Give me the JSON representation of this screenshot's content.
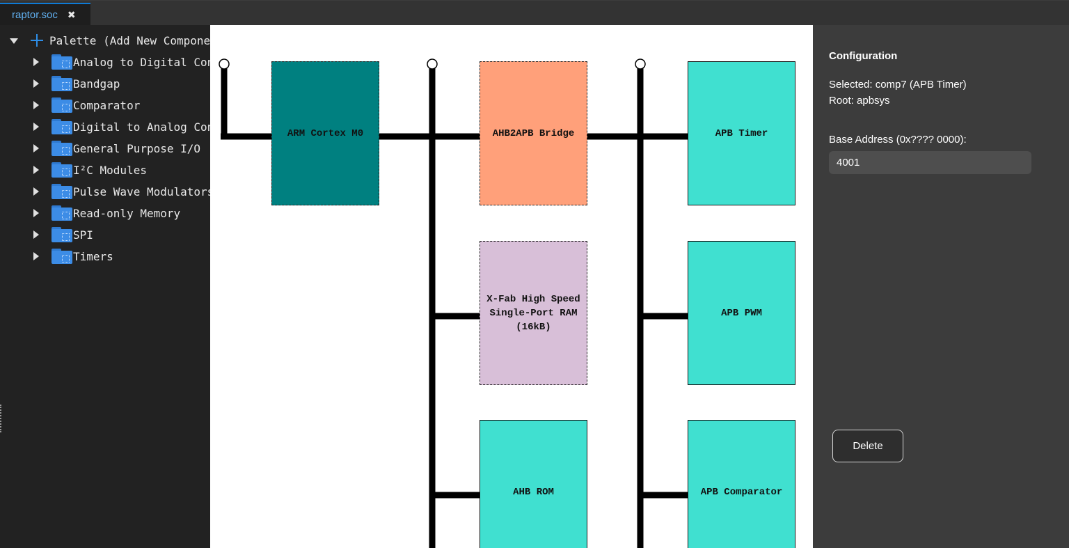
{
  "tab": {
    "label": "raptor.soc",
    "close": "✖"
  },
  "sidebar": {
    "root_label": "Palette (Add New Components)",
    "items": [
      {
        "label": "Analog to Digital Converters"
      },
      {
        "label": "Bandgap"
      },
      {
        "label": "Comparator"
      },
      {
        "label": "Digital to Analog Converters"
      },
      {
        "label": "General Purpose I/O"
      },
      {
        "label": "I²C Modules"
      },
      {
        "label": "Pulse Wave Modulators"
      },
      {
        "label": "Read-only Memory"
      },
      {
        "label": "SPI"
      },
      {
        "label": "Timers"
      }
    ]
  },
  "canvas": {
    "blocks": {
      "arm": "ARM Cortex M0",
      "bridge": "AHB2APB Bridge",
      "timer": "APB Timer",
      "ram_line1": "X-Fab High Speed",
      "ram_line2": "Single-Port RAM",
      "ram_line3": "(16kB)",
      "pwm": "APB PWM",
      "rom": "AHB ROM",
      "comparator": "APB Comparator"
    },
    "colors": {
      "arm": "#008080",
      "bridge": "#ffa07a",
      "ram": "#d8bfd8",
      "peripheral": "#40e0d0",
      "bus": "#000000"
    }
  },
  "config": {
    "title": "Configuration",
    "selected": "Selected: comp7 (APB Timer)",
    "root": "Root: apbsys",
    "base_address_label": "Base Address (0x???? 0000):",
    "base_address_value": "4001",
    "delete_label": "Delete"
  },
  "colors": {
    "accent": "#0e7bd6",
    "tab_text": "#61b0f0",
    "folder": "#3c8ce6"
  }
}
